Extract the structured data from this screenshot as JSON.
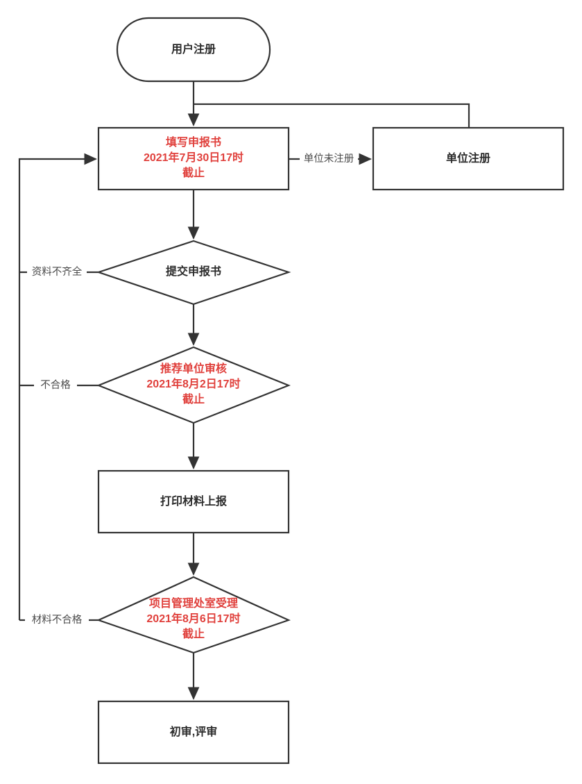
{
  "diagram": {
    "type": "flowchart",
    "orientation": "top-to-bottom",
    "background_color": "#ffffff",
    "stroke_color": "#333333",
    "normal_text_color": "#2b2b2b",
    "highlight_text_color": "#e0403c"
  },
  "nodes": {
    "user_register": {
      "shape": "terminator",
      "label": "用户注册",
      "color": "#2b2b2b"
    },
    "fill_form": {
      "shape": "process",
      "color": "#e0403c",
      "lines": [
        "填写申报书",
        "2021年7月30日17时",
        "截止"
      ]
    },
    "unit_register": {
      "shape": "process",
      "label": "单位注册",
      "color": "#2b2b2b"
    },
    "submit_form": {
      "shape": "decision",
      "label": "提交申报书",
      "color": "#2b2b2b"
    },
    "unit_review": {
      "shape": "decision",
      "color": "#e0403c",
      "lines": [
        "推荐单位审核",
        "2021年8月2日17时",
        "截止"
      ]
    },
    "print_material": {
      "shape": "process",
      "label": "打印材料上报",
      "color": "#2b2b2b"
    },
    "office_accept": {
      "shape": "decision",
      "color": "#e0403c",
      "lines": [
        "项目管理处室受理",
        "2021年8月6日17时",
        "截止"
      ]
    },
    "first_review": {
      "shape": "process",
      "label": "初审,评审",
      "color": "#2b2b2b"
    }
  },
  "edge_labels": {
    "unit_not_registered": "单位未注册",
    "materials_incomplete": "资料不齐全",
    "not_qualified": "不合格",
    "materials_not_qualified": "材料不合格"
  }
}
